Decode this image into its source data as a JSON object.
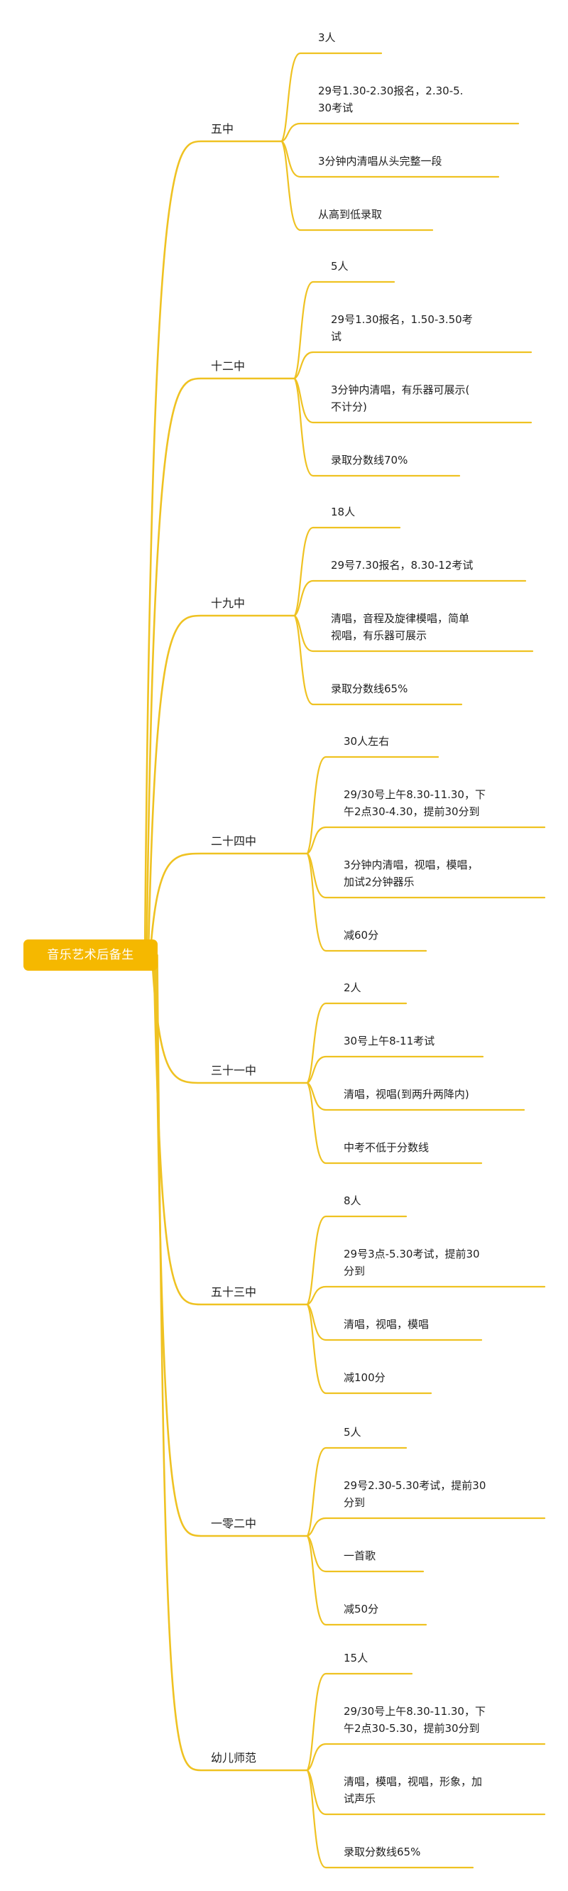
{
  "mindmap": {
    "root": {
      "label": "音乐艺术后备生"
    },
    "colors": {
      "root_fill": "#F5B800",
      "root_text": "#FFFFFF",
      "branch_line": "#EFC222",
      "text": "#1F1F1F",
      "background": "#FFFFFF"
    },
    "schools": [
      {
        "name": "五中",
        "details": [
          {
            "lines": [
              "3人"
            ]
          },
          {
            "lines": [
              "29号1.30-2.30报名，2.30-5.",
              "30考试"
            ]
          },
          {
            "lines": [
              "3分钟内清唱从头完整一段"
            ]
          },
          {
            "lines": [
              "从高到低录取"
            ]
          }
        ]
      },
      {
        "name": "十二中",
        "details": [
          {
            "lines": [
              "5人"
            ]
          },
          {
            "lines": [
              "29号1.30报名，1.50-3.50考",
              "试"
            ]
          },
          {
            "lines": [
              "3分钟内清唱，有乐器可展示(",
              "不计分)"
            ]
          },
          {
            "lines": [
              "录取分数线70%"
            ]
          }
        ]
      },
      {
        "name": "十九中",
        "details": [
          {
            "lines": [
              "18人"
            ]
          },
          {
            "lines": [
              "29号7.30报名，8.30-12考试"
            ]
          },
          {
            "lines": [
              "清唱，音程及旋律模唱，简单",
              "视唱，有乐器可展示"
            ]
          },
          {
            "lines": [
              "录取分数线65%"
            ]
          }
        ]
      },
      {
        "name": "二十四中",
        "details": [
          {
            "lines": [
              "30人左右"
            ]
          },
          {
            "lines": [
              "29/30号上午8.30-11.30，下",
              "午2点30-4.30，提前30分到"
            ]
          },
          {
            "lines": [
              "3分钟内清唱，视唱，模唱，",
              "加试2分钟器乐"
            ]
          },
          {
            "lines": [
              "减60分"
            ]
          }
        ]
      },
      {
        "name": "三十一中",
        "details": [
          {
            "lines": [
              "2人"
            ]
          },
          {
            "lines": [
              "30号上午8-11考试"
            ]
          },
          {
            "lines": [
              "清唱，视唱(到两升两降内)"
            ]
          },
          {
            "lines": [
              "中考不低于分数线"
            ]
          }
        ]
      },
      {
        "name": "五十三中",
        "details": [
          {
            "lines": [
              "8人"
            ]
          },
          {
            "lines": [
              "29号3点-5.30考试，提前30",
              "分到"
            ]
          },
          {
            "lines": [
              "清唱，视唱，模唱"
            ]
          },
          {
            "lines": [
              "减100分"
            ]
          }
        ]
      },
      {
        "name": "一零二中",
        "details": [
          {
            "lines": [
              "5人"
            ]
          },
          {
            "lines": [
              "29号2.30-5.30考试，提前30",
              "分到"
            ]
          },
          {
            "lines": [
              "一首歌"
            ]
          },
          {
            "lines": [
              "减50分"
            ]
          }
        ]
      },
      {
        "name": "幼儿师范",
        "details": [
          {
            "lines": [
              "15人"
            ]
          },
          {
            "lines": [
              "29/30号上午8.30-11.30，下",
              "午2点30-5.30，提前30分到"
            ]
          },
          {
            "lines": [
              "清唱，模唱，视唱，形象，加",
              "试声乐"
            ]
          },
          {
            "lines": [
              "录取分数线65%"
            ]
          }
        ]
      }
    ]
  }
}
